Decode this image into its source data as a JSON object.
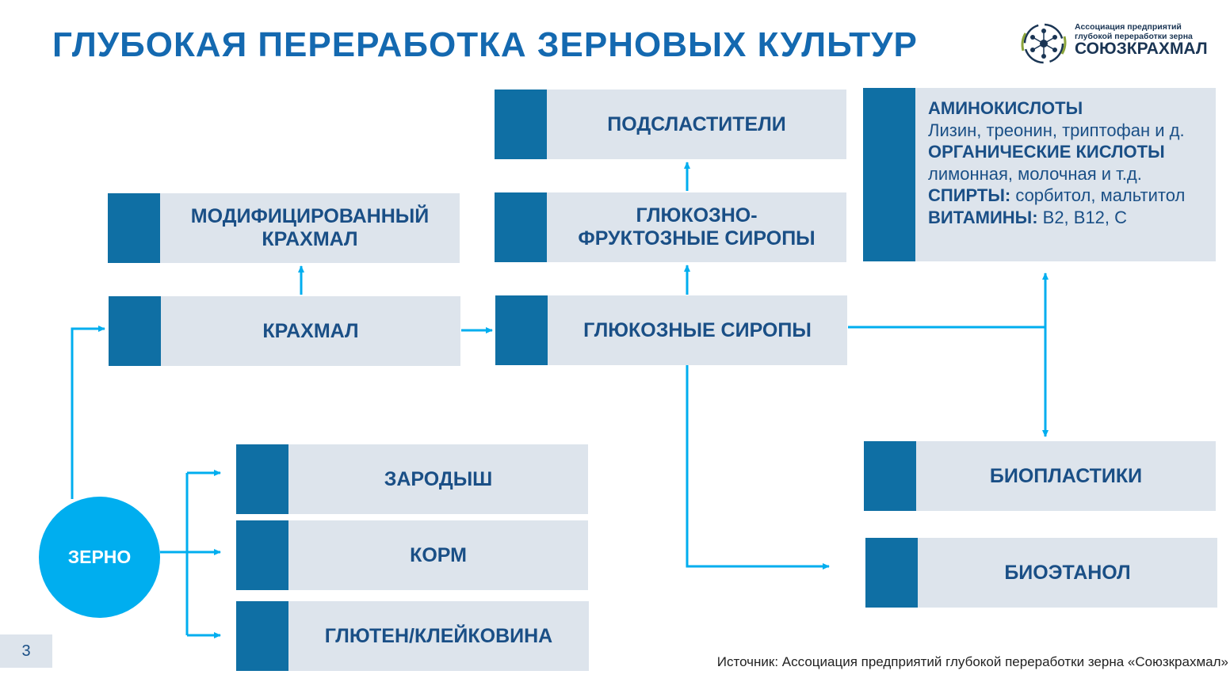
{
  "title": "ГЛУБОКАЯ ПЕРЕРАБОТКА ЗЕРНОВЫХ КУЛЬТУР",
  "logo": {
    "line1": "Ассоциация предприятий",
    "line2": "глубокой переработки зерна",
    "brand": "СОЮЗКРАХМАЛ"
  },
  "nodes": {
    "grain": "ЗЕРНО",
    "starch": "КРАХМАЛ",
    "modified_starch": "МОДИФИЦИРОВАННЫЙ КРАХМАЛ",
    "glucose_syrups": "ГЛЮКОЗНЫЕ СИРОПЫ",
    "glucose_fructose": "ГЛЮКОЗНО-ФРУКТОЗНЫЕ СИРОПЫ",
    "sweeteners": "ПОДСЛАСТИТЕЛИ",
    "germ": "ЗАРОДЫШ",
    "feed": "КОРМ",
    "gluten": "ГЛЮТЕН/КЛЕЙКОВИНА",
    "bioplastics": "БИОПЛАСТИКИ",
    "bioethanol": "БИОЭТАНОЛ"
  },
  "products": {
    "amino_head": "АМИНОКИСЛОТЫ",
    "amino_text": "Лизин, треонин, триптофан и д.",
    "acids_head": "ОРГАНИЧЕСКИЕ КИСЛОТЫ",
    "acids_text": "лимонная, молочная и т.д.",
    "alcohols_head": "СПИРТЫ:",
    "alcohols_text": " сорбитол, мальтитол",
    "vitamins_head": "ВИТАМИНЫ:",
    "vitamins_text": " B2, B12, C"
  },
  "page_number": "3",
  "source": "Источник: Ассоциация предприятий глубокой переработки зерна «Союзкрахмал»",
  "colors": {
    "title": "#1469b0",
    "box_bg": "#dde4ec",
    "box_mark": "#0f6fa4",
    "box_text": "#1a4f86",
    "arrow": "#00aeef",
    "circle": "#00aeef"
  }
}
